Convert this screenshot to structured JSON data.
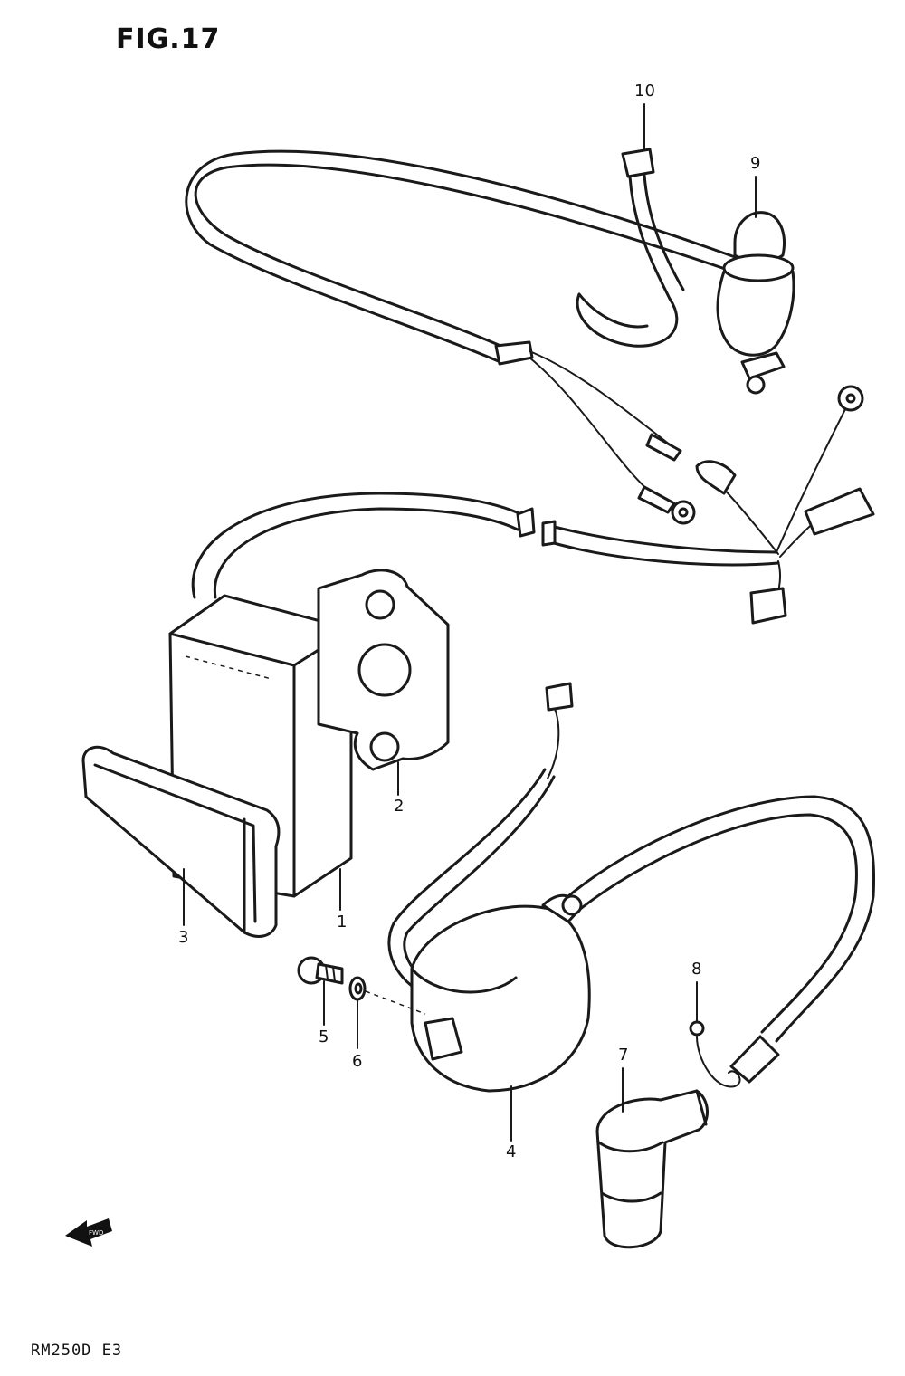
{
  "figure": {
    "title": "FIG.17",
    "model_code": "RM250D E3"
  },
  "callouts": [
    "1",
    "2",
    "3",
    "4",
    "5",
    "6",
    "7",
    "8",
    "9",
    "10"
  ],
  "arrow": {
    "label": "FWD"
  }
}
